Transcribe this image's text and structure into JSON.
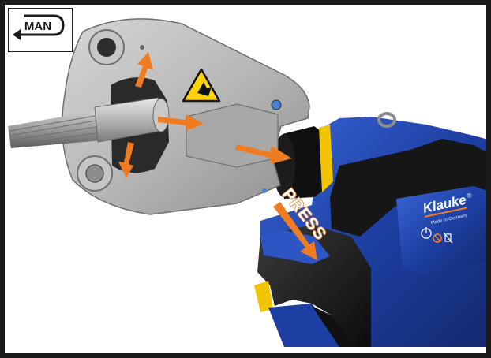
{
  "mode_badge": {
    "label": "MAN",
    "icon": "return-arrow-icon"
  },
  "annotations": {
    "press_label": "PRESS"
  },
  "branding": {
    "logo_text": "Klauke",
    "registered_mark": "®",
    "tagline": "Made in Germany"
  },
  "icons": {
    "warning": "crush-hazard-warning-icon",
    "safety_symbols": [
      "power-symbol-icon",
      "no-ignition-icon",
      "disposal-bin-icon"
    ]
  },
  "colors": {
    "arrow": "#f07c22",
    "tool_blue": "#1d3fa3",
    "tool_black": "#141414",
    "accent_yellow": "#f2c500",
    "head_gray": "#b4b4b4",
    "warning_yellow": "#ffd200"
  }
}
